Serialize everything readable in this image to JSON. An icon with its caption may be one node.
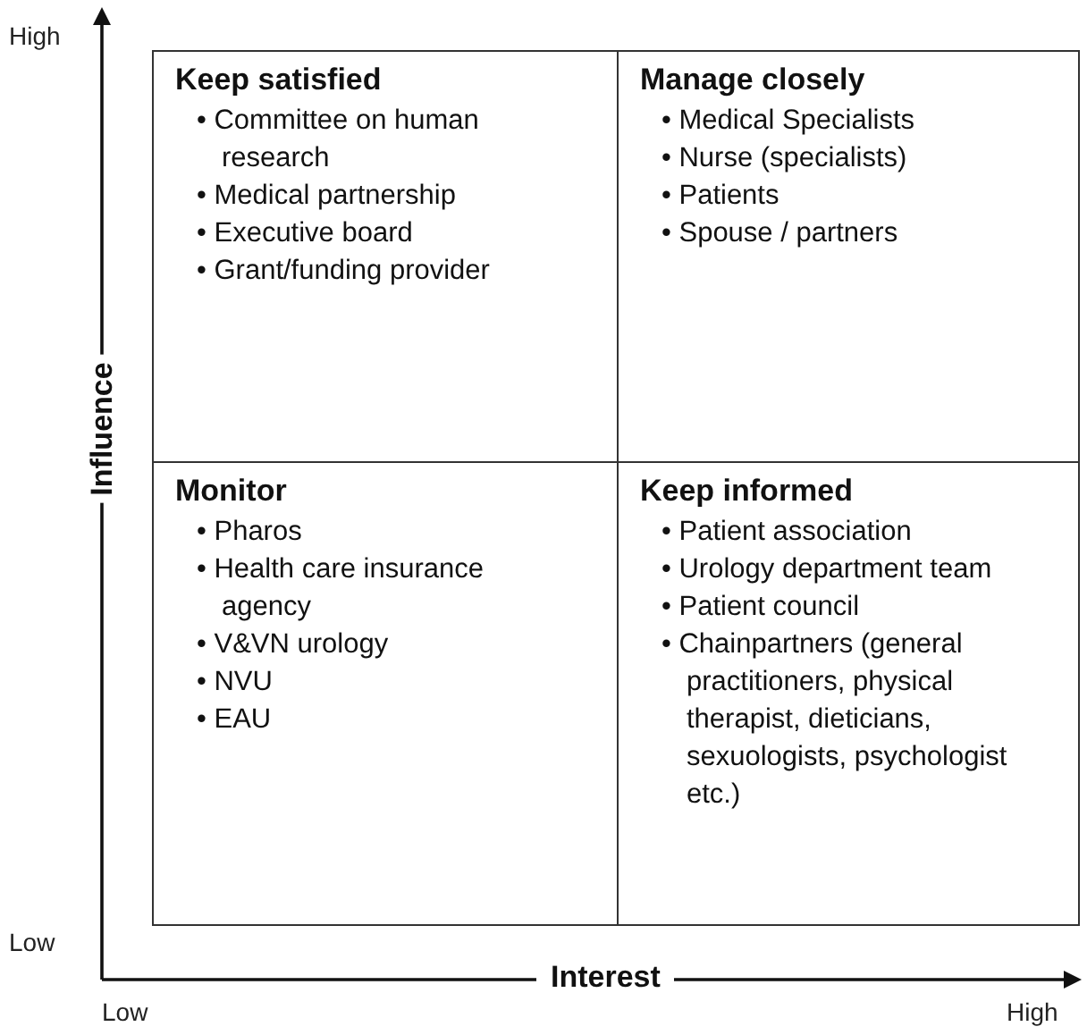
{
  "diagram": {
    "nodes": [
      {
        "text": [
          "Keep satisfied",
          "• Committee on human research",
          "• Medical partnership",
          "• Executive board",
          "• Grant/funding provider"
        ]
      },
      {
        "text": [
          "Manage closely",
          "• Medical Specialists",
          "• Nurse (specialists)",
          "• Patients",
          "• Spouse / partners"
        ]
      },
      {
        "text": [
          "Monitor",
          "• Pharos",
          "• Health care insurance agency",
          "• V&VN urology",
          "• NVU",
          "• EAU"
        ]
      },
      {
        "text": [
          "Keep informed",
          "• Patient association",
          "• Urology department team",
          "• Patient council",
          "• Chainpartners (general practitioners, physical therapist, dieticians, sexuologists, psychologist etc.)"
        ]
      }
    ],
    "edges": [],
    "labels": [
      "High",
      "Influence",
      "Low",
      "Interest",
      "Low",
      "High"
    ]
  }
}
